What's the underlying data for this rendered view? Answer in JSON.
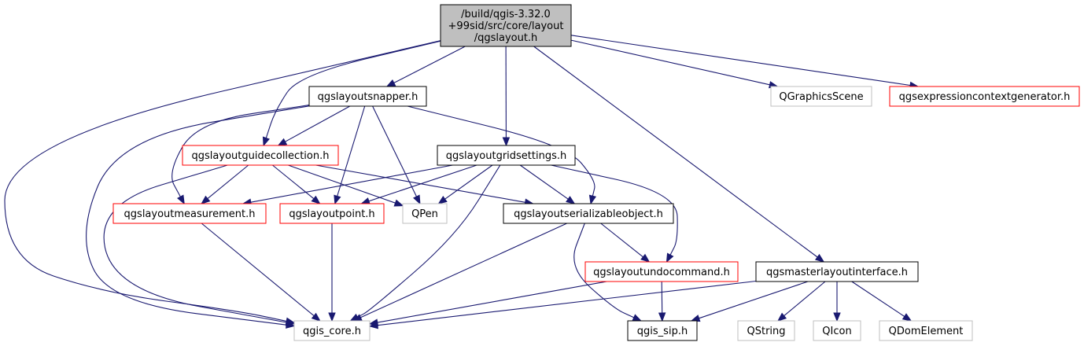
{
  "colors": {
    "edge": "#191970",
    "root_fill": "#bfbfbf",
    "border_documented": "#000000",
    "border_red": "#ff0000",
    "border_external": "#bfbfbf",
    "background": "#ffffff"
  },
  "nodes": [
    {
      "id": "qgslayout",
      "label_lines": [
        "/build/qgis-3.32.0",
        "+99sid/src/core/layout",
        "/qgslayout.h"
      ],
      "style": "root"
    },
    {
      "id": "qgslayoutsnapper",
      "label_lines": [
        "qgslayoutsnapper.h"
      ],
      "style": "documented"
    },
    {
      "id": "qgraphicsscene",
      "label_lines": [
        "QGraphicsScene"
      ],
      "style": "external"
    },
    {
      "id": "qgsexpressioncontextgenerator",
      "label_lines": [
        "qgsexpressioncontextgenerator.h"
      ],
      "style": "red"
    },
    {
      "id": "qgslayoutguidecollection",
      "label_lines": [
        "qgslayoutguidecollection.h"
      ],
      "style": "red"
    },
    {
      "id": "qgslayoutgridsettings",
      "label_lines": [
        "qgslayoutgridsettings.h"
      ],
      "style": "documented"
    },
    {
      "id": "qgslayoutmeasurement",
      "label_lines": [
        "qgslayoutmeasurement.h"
      ],
      "style": "red"
    },
    {
      "id": "qgslayoutpoint",
      "label_lines": [
        "qgslayoutpoint.h"
      ],
      "style": "red"
    },
    {
      "id": "qpen",
      "label_lines": [
        "QPen"
      ],
      "style": "external"
    },
    {
      "id": "qgslayoutserializableobject",
      "label_lines": [
        "qgslayoutserializableobject.h"
      ],
      "style": "documented"
    },
    {
      "id": "qgslayoutundocommand",
      "label_lines": [
        "qgslayoutundocommand.h"
      ],
      "style": "red"
    },
    {
      "id": "qgsmasterlayoutinterface",
      "label_lines": [
        "qgsmasterlayoutinterface.h"
      ],
      "style": "documented"
    },
    {
      "id": "qgis_core",
      "label_lines": [
        "qgis_core.h"
      ],
      "style": "external"
    },
    {
      "id": "qgis_sip",
      "label_lines": [
        "qgis_sip.h"
      ],
      "style": "documented"
    },
    {
      "id": "qstring",
      "label_lines": [
        "QString"
      ],
      "style": "external"
    },
    {
      "id": "qicon",
      "label_lines": [
        "QIcon"
      ],
      "style": "external"
    },
    {
      "id": "qdomelement",
      "label_lines": [
        "QDomElement"
      ],
      "style": "external"
    }
  ],
  "edges": [
    {
      "from": "qgslayout",
      "to": "qgslayoutsnapper"
    },
    {
      "from": "qgslayout",
      "to": "qgslayoutguidecollection"
    },
    {
      "from": "qgslayout",
      "to": "qgslayoutgridsettings"
    },
    {
      "from": "qgslayout",
      "to": "qgsmasterlayoutinterface"
    },
    {
      "from": "qgslayout",
      "to": "qgraphicsscene"
    },
    {
      "from": "qgslayout",
      "to": "qgsexpressioncontextgenerator"
    },
    {
      "from": "qgslayout",
      "to": "qgis_core"
    },
    {
      "from": "qgslayoutsnapper",
      "to": "qgslayoutguidecollection"
    },
    {
      "from": "qgslayoutsnapper",
      "to": "qgslayoutmeasurement"
    },
    {
      "from": "qgslayoutsnapper",
      "to": "qgslayoutpoint"
    },
    {
      "from": "qgslayoutsnapper",
      "to": "qpen"
    },
    {
      "from": "qgslayoutsnapper",
      "to": "qgslayoutserializableobject"
    },
    {
      "from": "qgslayoutsnapper",
      "to": "qgis_core"
    },
    {
      "from": "qgslayoutguidecollection",
      "to": "qgslayoutmeasurement"
    },
    {
      "from": "qgslayoutguidecollection",
      "to": "qgslayoutpoint"
    },
    {
      "from": "qgslayoutguidecollection",
      "to": "qpen"
    },
    {
      "from": "qgslayoutguidecollection",
      "to": "qgslayoutserializableobject"
    },
    {
      "from": "qgslayoutguidecollection",
      "to": "qgis_core"
    },
    {
      "from": "qgslayoutgridsettings",
      "to": "qgslayoutmeasurement"
    },
    {
      "from": "qgslayoutgridsettings",
      "to": "qgslayoutpoint"
    },
    {
      "from": "qgslayoutgridsettings",
      "to": "qpen"
    },
    {
      "from": "qgslayoutgridsettings",
      "to": "qgslayoutserializableobject"
    },
    {
      "from": "qgslayoutgridsettings",
      "to": "qgslayoutundocommand"
    },
    {
      "from": "qgslayoutgridsettings",
      "to": "qgis_core"
    },
    {
      "from": "qgslayoutmeasurement",
      "to": "qgis_core"
    },
    {
      "from": "qgslayoutpoint",
      "to": "qgis_core"
    },
    {
      "from": "qgslayoutserializableobject",
      "to": "qgslayoutundocommand"
    },
    {
      "from": "qgslayoutserializableobject",
      "to": "qgis_core"
    },
    {
      "from": "qgslayoutserializableobject",
      "to": "qgis_sip"
    },
    {
      "from": "qgslayoutundocommand",
      "to": "qgis_core"
    },
    {
      "from": "qgslayoutundocommand",
      "to": "qgis_sip"
    },
    {
      "from": "qgsmasterlayoutinterface",
      "to": "qgis_core"
    },
    {
      "from": "qgsmasterlayoutinterface",
      "to": "qgis_sip"
    },
    {
      "from": "qgsmasterlayoutinterface",
      "to": "qstring"
    },
    {
      "from": "qgsmasterlayoutinterface",
      "to": "qicon"
    },
    {
      "from": "qgsmasterlayoutinterface",
      "to": "qdomelement"
    }
  ]
}
